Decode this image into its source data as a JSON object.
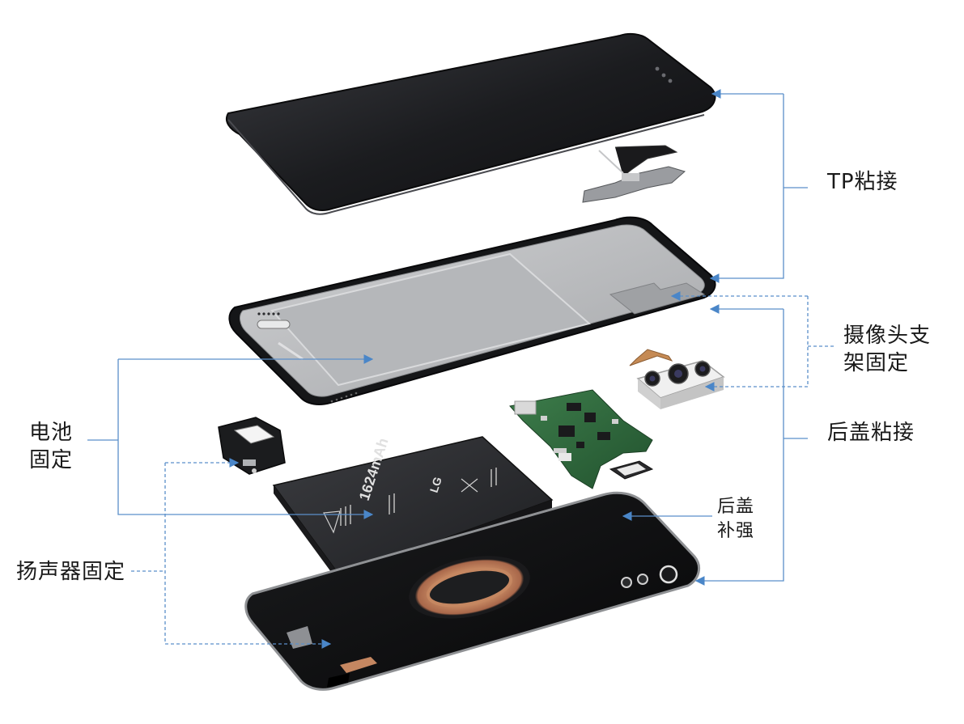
{
  "labels": {
    "tp_bond": "TP粘接",
    "camera_bracket": "摄像头支\n架固定",
    "back_cover_bond": "后盖粘接",
    "battery_fix": "电池\n固定",
    "back_cover_reinforce": "后盖\n补强",
    "speaker_fix": "扬声器固定"
  },
  "battery_print": {
    "capacity": "1624mAh",
    "brand": "LG"
  },
  "colors": {
    "connector_line": "#5b8fc9",
    "display_panel": "#1c1d20",
    "midframe_plate": "#b9bbbe",
    "back_cover": "#0d0e10",
    "battery": "#2a2b2e",
    "pcb": "#2f6b3e",
    "coil": "#b87552"
  }
}
